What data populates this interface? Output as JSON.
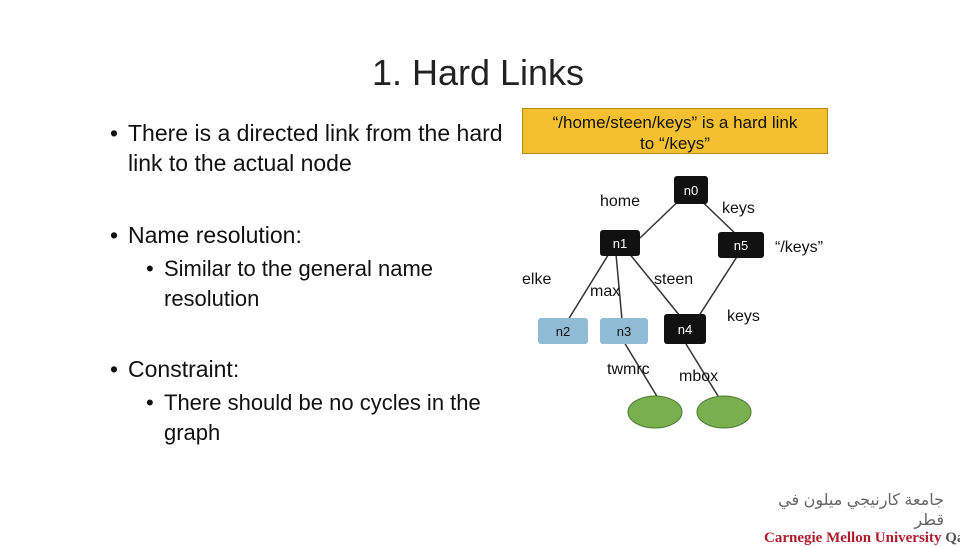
{
  "title": "1. Hard Links",
  "bullets": {
    "b1": "There is a directed link from the hard link to the actual node",
    "b2": "Name resolution:",
    "b2_sub": "Similar to the general name resolution",
    "b3": "Constraint:",
    "b3_sub": "There should be no cycles in the graph"
  },
  "callout": {
    "line1": "“/home/steen/keys” is a hard link",
    "line2": "to “/keys”"
  },
  "graph": {
    "nodes": {
      "n0": "n0",
      "n1": "n1",
      "n2": "n2",
      "n3": "n3",
      "n4": "n4",
      "n5": "n5"
    },
    "edge_labels": {
      "home": "home",
      "keys_top": "keys",
      "keys_path": "“/keys”",
      "elke": "elke",
      "max": "max",
      "steen": "steen",
      "keys_n4": "keys",
      "twmrc": "twmrc",
      "mbox": "mbox"
    },
    "colors": {
      "dark_node": "#111111",
      "light_node": "#8fbcd4",
      "leaf_node": "#79b04f",
      "edge": "#333333"
    }
  },
  "logo": {
    "arabic": "جامعة كارنيجي ميلون في قطر",
    "english_main": "Carnegie Mellon University",
    "english_suffix": "Qatar"
  }
}
